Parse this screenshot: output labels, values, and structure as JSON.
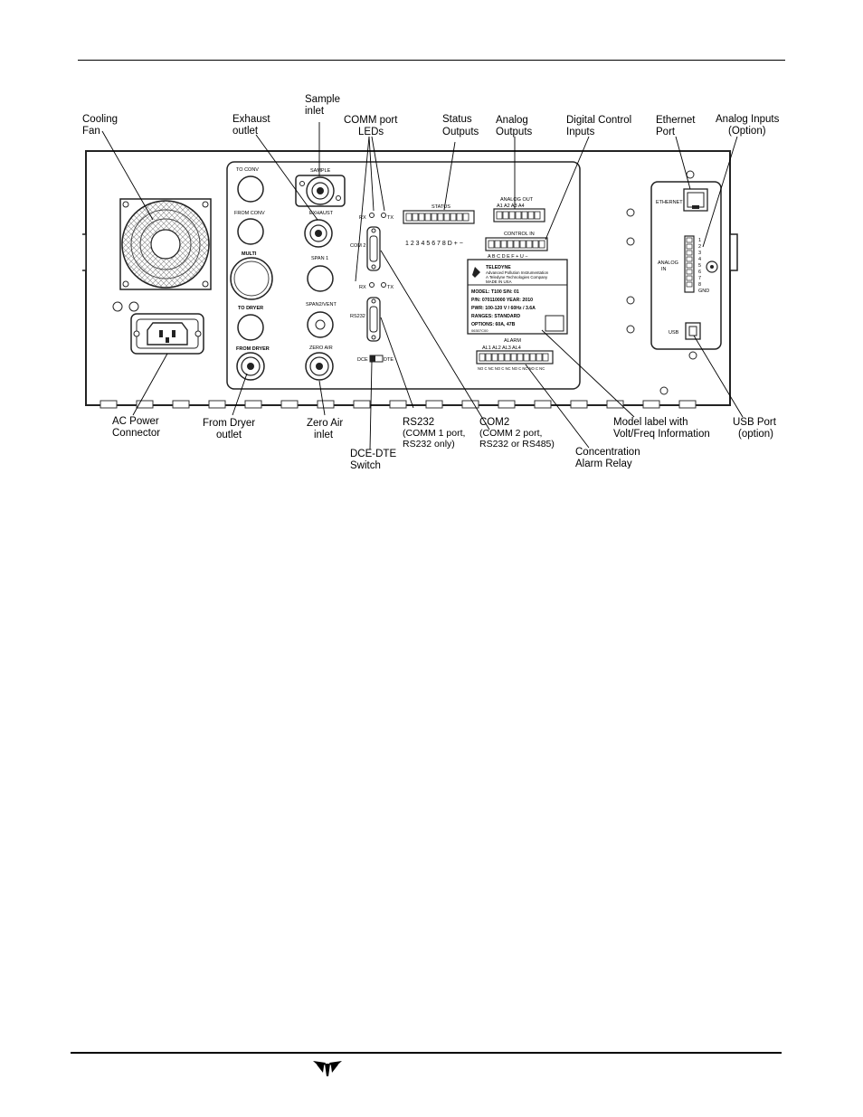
{
  "callouts": {
    "cooling_fan": [
      "Cooling",
      "Fan"
    ],
    "exhaust_outlet": [
      "Exhaust",
      "outlet"
    ],
    "sample_inlet": [
      "Sample",
      "inlet"
    ],
    "comm_leds": [
      "COMM port",
      "LEDs"
    ],
    "status_outputs": [
      "Status",
      "Outputs"
    ],
    "analog_outputs": [
      "Analog",
      "Outputs"
    ],
    "digital_control": [
      "Digital Control",
      "Inputs"
    ],
    "ethernet_port": [
      "Ethernet",
      "Port"
    ],
    "analog_inputs": [
      "Analog Inputs",
      "(Option)"
    ],
    "ac_power": [
      "AC Power",
      "Connector"
    ],
    "from_dryer": [
      "From Dryer",
      "outlet"
    ],
    "zero_air": [
      "Zero Air",
      "inlet"
    ],
    "rs232": [
      "RS232",
      "(COMM 1 port,",
      "RS232 only)"
    ],
    "com2": [
      "COM2",
      "(COMM 2 port,",
      "RS232 or RS485)"
    ],
    "dce_dte": [
      "DCE-DTE",
      "Switch"
    ],
    "conc_alarm": [
      "Concentration",
      "Alarm Relay"
    ],
    "model_label": [
      "Model label with",
      "Volt/Freq Information"
    ],
    "usb_port": [
      "USB Port",
      "(option)"
    ]
  },
  "panel": {
    "to_conv": "TO CONV",
    "from_conv": "FROM CONV",
    "multi": "MULTI",
    "to_dryer": "TO DRYER",
    "from_dryer": "FROM DRYER",
    "sample": "SAMPLE",
    "exhaust": "EXHAUST",
    "span1": "SPAN 1",
    "span2_vent": "SPAN2/VENT",
    "zero_air": "ZERO AIR",
    "rx1": "RX",
    "tx1": "TX",
    "rx2": "RX",
    "tx2": "TX",
    "com2": "COM 2",
    "rs232": "RS232",
    "dce": "DCE",
    "dte": "DTE",
    "status": "STATUS",
    "status_nums": "1 2 3 4 5 6 7 8 D + −",
    "analog_out": "ANALOG OUT",
    "analog_channels": "A1   A2   A3   A4",
    "control_in": "CONTROL IN",
    "control_letters": "A B C D E F + U −",
    "alarm": "ALARM",
    "alarm_channels": "AL1     AL2     AL3     AL4",
    "alarm_contacts": "NO C NC NO C NC NO C NC NO C NC",
    "ethernet": "ETHERNET",
    "analog_in": [
      "ANALOG",
      "IN"
    ],
    "analog_in_pins": [
      "1",
      "2",
      "3",
      "4",
      "5",
      "6",
      "7",
      "8",
      "GND"
    ],
    "usb": "USB"
  },
  "model_label": {
    "brand": "TELEDYNE",
    "tagline": [
      "Advanced Pollution Instrumentation",
      "A Teledyne Technologies Company",
      "MADE IN USA"
    ],
    "model": "MODEL: T100     S/N: 01",
    "pn": "P/N: 070110000     YEAR: 2010",
    "pwr": "PWR: 100-120 V / 60Hz / 3.6A",
    "ranges": "RANGES: STANDARD",
    "options": "OPTIONS: 60A, 47B",
    "code": "06307C00"
  }
}
